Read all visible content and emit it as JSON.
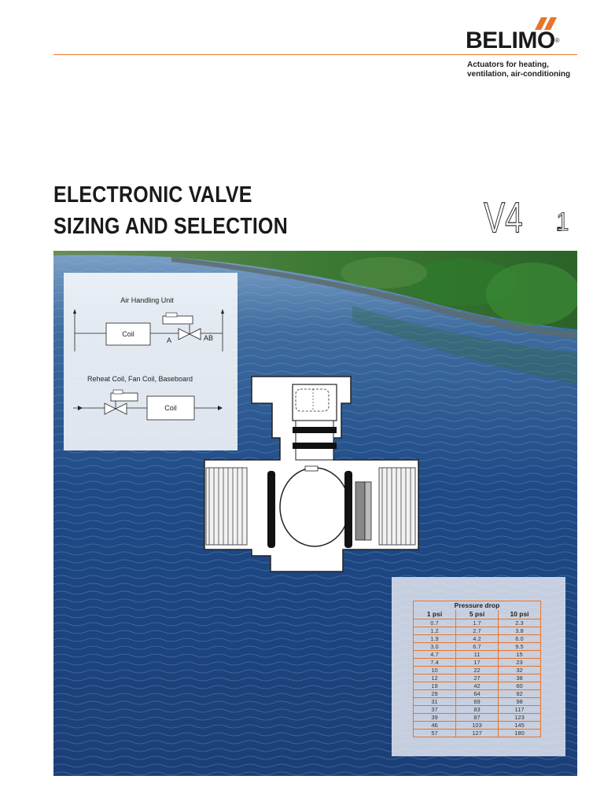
{
  "brand": {
    "name": "BELIMO",
    "registered_mark": "®",
    "tagline_line1": "Actuators for heating,",
    "tagline_line2": "ventilation, air-conditioning",
    "accent_color": "#e8742a"
  },
  "title": {
    "line1": "ELECTRONIC VALVE",
    "line2": "SIZING AND SELECTION",
    "version_main": "V4",
    "version_dot": ".",
    "version_minor": "1"
  },
  "diagram": {
    "ahu_label": "Air Handling Unit",
    "ahu_coil": "Coil",
    "port_a": "A",
    "port_ab": "AB",
    "reheat_label": "Reheat Coil, Fan Coil, Baseboard",
    "reheat_coil": "Coil"
  },
  "pressure_table": {
    "title": "Pressure drop",
    "headers": [
      "1 psi",
      "5 psi",
      "10 psi"
    ],
    "rows": [
      [
        "0.7",
        "1.7",
        "2.3"
      ],
      [
        "1.2",
        "2.7",
        "3.8"
      ],
      [
        "1.9",
        "4.2",
        "6.0"
      ],
      [
        "3.0",
        "6.7",
        "9.5"
      ],
      [
        "4.7",
        "11",
        "15"
      ],
      [
        "7.4",
        "17",
        "23"
      ],
      [
        "10",
        "22",
        "32"
      ],
      [
        "12",
        "27",
        "38"
      ],
      [
        "19",
        "42",
        "60"
      ],
      [
        "29",
        "64",
        "92"
      ],
      [
        "31",
        "69",
        "98"
      ],
      [
        "37",
        "83",
        "117"
      ],
      [
        "39",
        "87",
        "123"
      ],
      [
        "46",
        "103",
        "145"
      ],
      [
        "57",
        "127",
        "180"
      ]
    ]
  }
}
